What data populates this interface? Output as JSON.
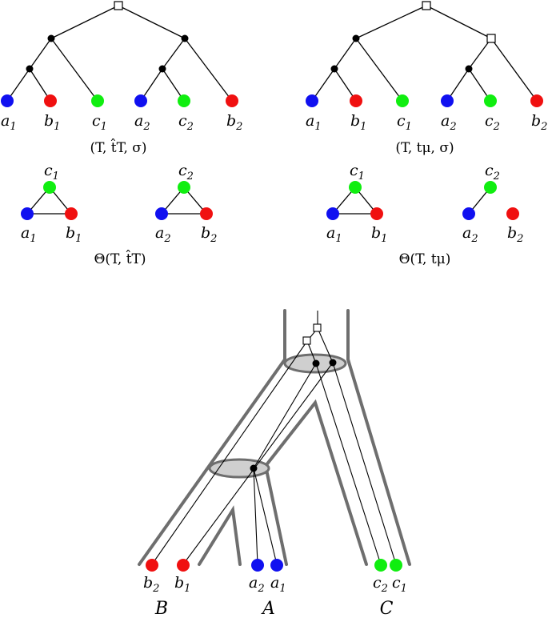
{
  "colors": {
    "a": "#1010f0",
    "b": "#f01010",
    "c": "#10ee10",
    "black": "#000000",
    "white": "#ffffff",
    "tube": "#6e6e6e",
    "ellipse_fill": "#cfcfcf"
  },
  "leaf_labels": {
    "a1": {
      "base": "a",
      "sub": "1"
    },
    "b1": {
      "base": "b",
      "sub": "1"
    },
    "c1": {
      "base": "c",
      "sub": "1"
    },
    "a2": {
      "base": "a",
      "sub": "2"
    },
    "c2": {
      "base": "c",
      "sub": "2"
    },
    "b2": {
      "base": "b",
      "sub": "2"
    }
  },
  "captions": {
    "tree_left": "(T, t̂T, σ)",
    "tree_right": "(T, tμ, σ)",
    "graph_left": "Θ(T, t̂T)",
    "graph_right": "Θ(T, tμ)"
  },
  "species": {
    "B": "B",
    "A": "A",
    "C": "C"
  }
}
